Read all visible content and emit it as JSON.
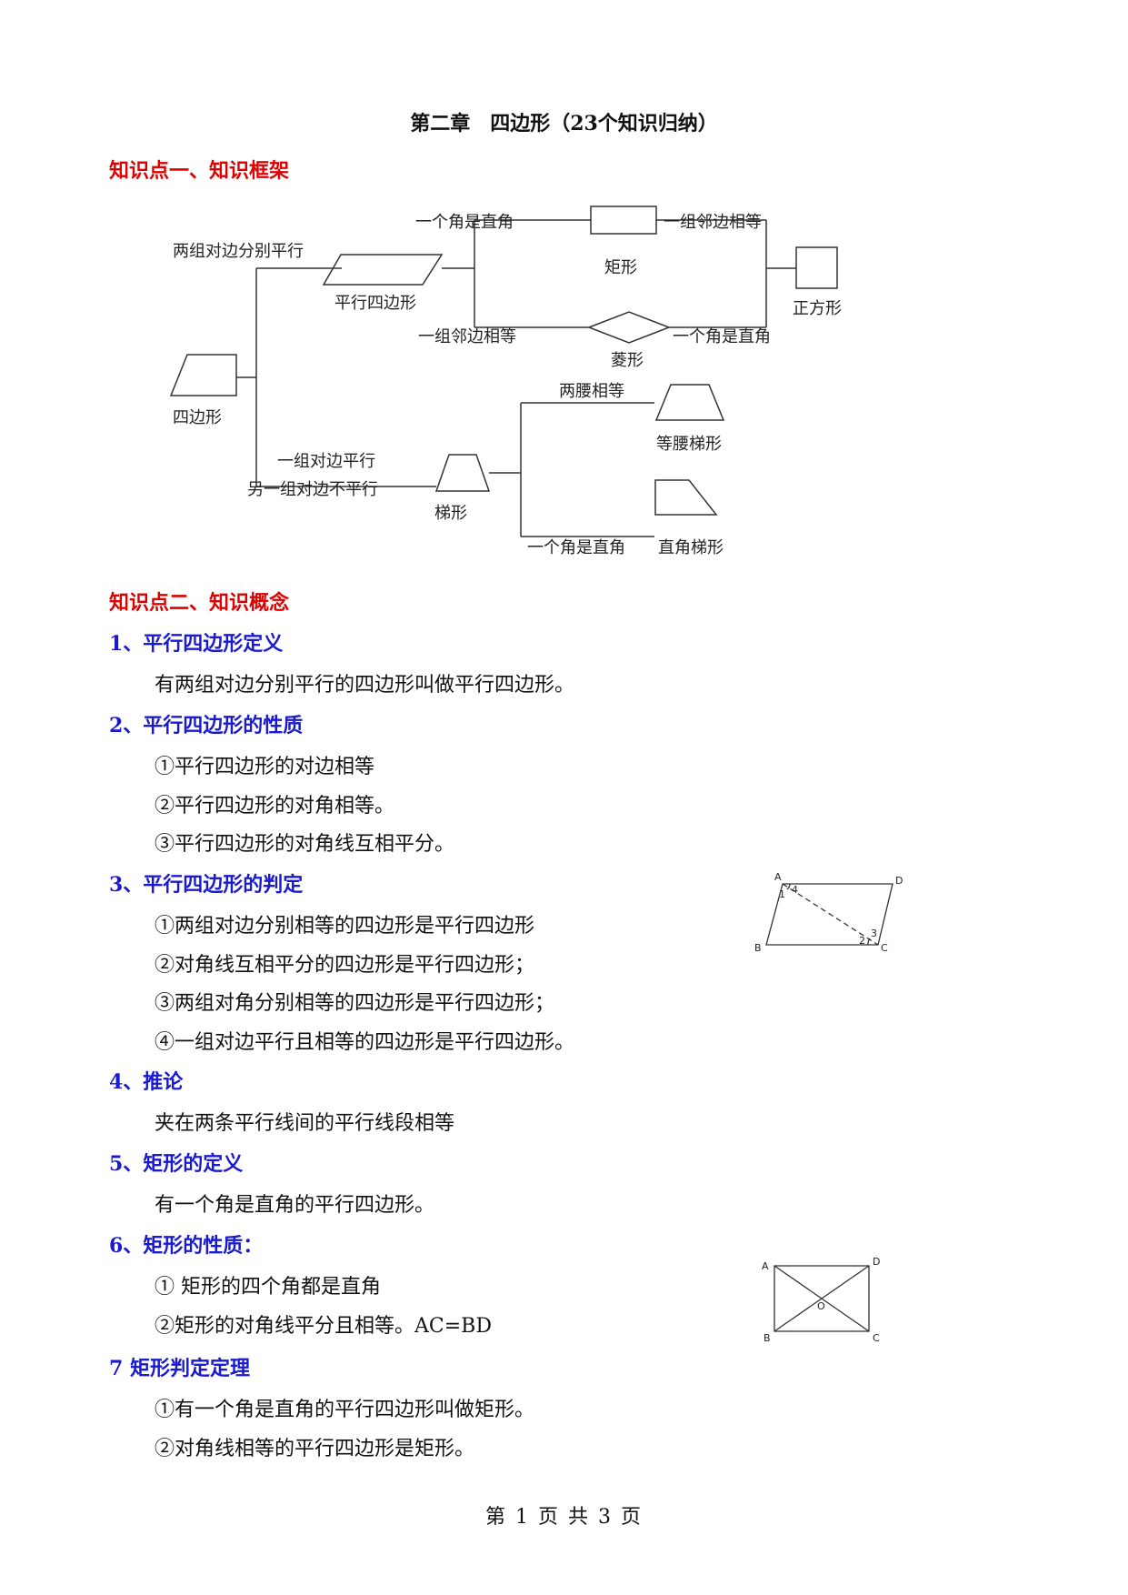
{
  "title": "第二章　四边形（23个知识归纳）",
  "section1": "知识点一、知识框架",
  "framework": {
    "quad": "四边形",
    "para_cond": "两组对边分别平行",
    "para": "平行四边形",
    "rect_cond": "一个角是直角",
    "rect": "矩形",
    "sq_cond1": "一组邻边相等",
    "square": "正方形",
    "rhom_cond": "一组邻边相等",
    "rhombus": "菱形",
    "sq_cond2": "一个角是直角",
    "trap_cond1": "一组对边平行",
    "trap_cond2": "另一组对边不平行",
    "trap": "梯形",
    "iso_cond": "两腰相等",
    "iso": "等腰梯形",
    "right_cond": "一个角是直角",
    "right_trap": "直角梯形"
  },
  "section2": "知识点二、知识概念",
  "items": [
    {
      "head": "1、平行四边形定义",
      "lines": [
        "有两组对边分别平行的四边形叫做平行四边形。"
      ]
    },
    {
      "head": "2、平行四边形的性质",
      "lines": [
        "①平行四边形的对边相等",
        "②平行四边形的对角相等。",
        "③平行四边形的对角线互相平分。"
      ]
    },
    {
      "head": "3、平行四边形的判定",
      "lines": [
        "①两组对边分别相等的四边形是平行四边形",
        "②对角线互相平分的四边形是平行四边形；",
        "③两组对角分别相等的四边形是平行四边形；",
        "④一组对边平行且相等的四边形是平行四边形。"
      ]
    },
    {
      "head": "4、推论",
      "lines": [
        "夹在两条平行线间的平行线段相等"
      ]
    },
    {
      "head": "5、矩形的定义",
      "lines": [
        "有一个角是直角的平行四边形。"
      ]
    },
    {
      "head": "6、矩形的性质：",
      "lines": [
        "①  矩形的四个角都是直角",
        "②矩形的对角线平分且相等。AC=BD"
      ]
    },
    {
      "head": "7 矩形判定定理",
      "lines": [
        "①有一个角是直角的平行四边形叫做矩形。",
        "②对角线相等的平行四边形是矩形。"
      ]
    }
  ],
  "fig1": {
    "A": "A",
    "B": "B",
    "C": "C",
    "D": "D",
    "a1": "1",
    "a2": "2",
    "a3": "3",
    "a4": "4"
  },
  "fig2": {
    "A": "A",
    "B": "B",
    "C": "C",
    "D": "D",
    "O": "O"
  },
  "footer": "第 1 页 共 3 页"
}
